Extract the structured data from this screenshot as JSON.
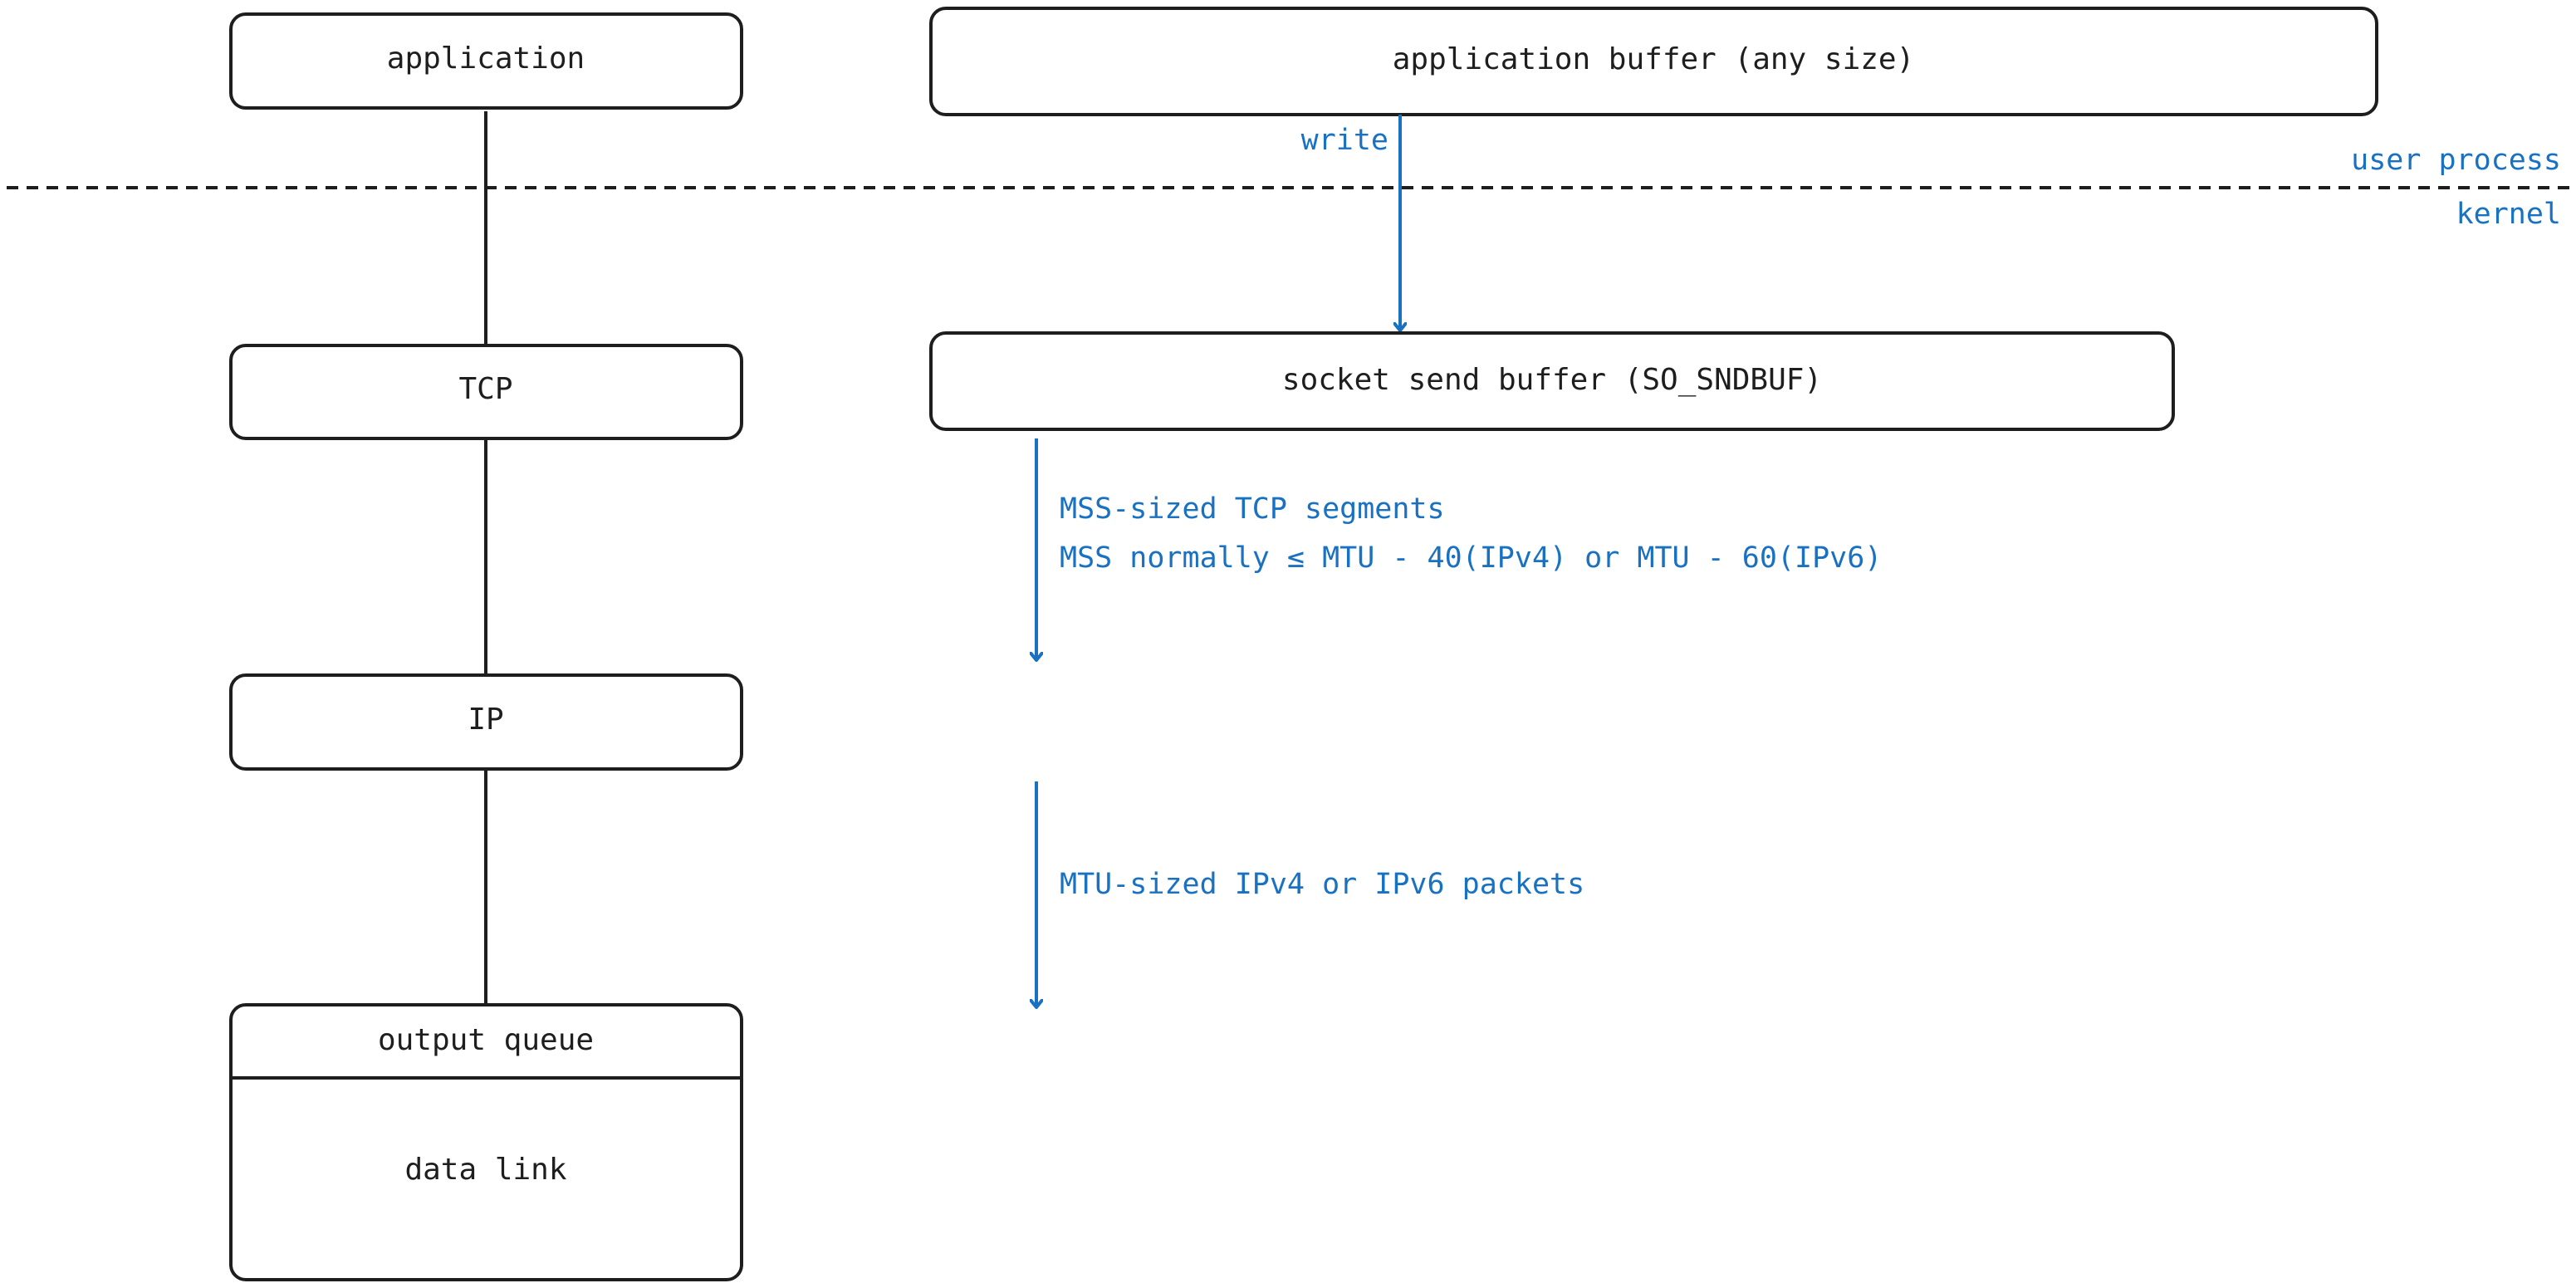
{
  "stack": {
    "application": "application",
    "tcp": "TCP",
    "ip": "IP",
    "output_queue": "output queue",
    "data_link": "data link"
  },
  "buffers": {
    "app_buffer": "application buffer (any size)",
    "socket_buffer": "socket send buffer (SO_SNDBUF)"
  },
  "boundary": {
    "user_label": "user process",
    "kernel_label": "kernel"
  },
  "flows": {
    "write": "write",
    "tcp_segments": "MSS-sized TCP segments",
    "mss_note": "MSS normally ≤ MTU - 40(IPv4) or MTU - 60(IPv6)",
    "ip_packets": "MTU-sized IPv4 or IPv6 packets"
  },
  "colors": {
    "ink": "#1e1e1e",
    "accent_blue": "#1971c2"
  }
}
